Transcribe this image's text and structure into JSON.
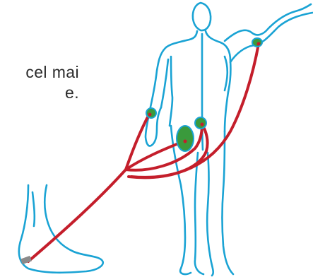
{
  "caption": {
    "line1": "cel mai",
    "line2": "e."
  },
  "colors": {
    "outline": "#1aa3d4",
    "route": "#c41e2b",
    "node": "#3a9a3c",
    "background": "#ffffff",
    "text": "#2b2b2b"
  },
  "figures": {
    "body": "human-body-outline",
    "foot": "foot-outline"
  },
  "nodes": [
    "shoulder-node",
    "hip-node",
    "pelvis-node",
    "groin-node",
    "ankle-node"
  ]
}
